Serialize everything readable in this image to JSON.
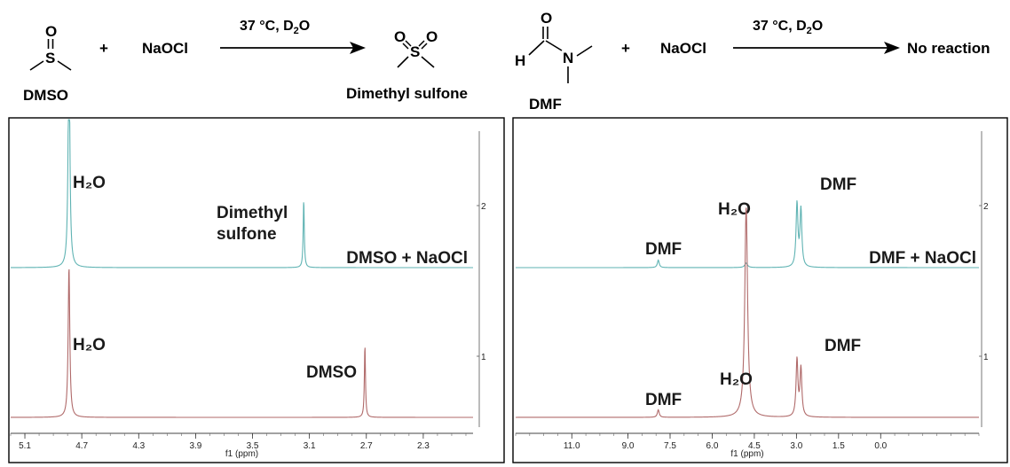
{
  "reactions": {
    "left": {
      "reactant": "DMSO",
      "plus": "+",
      "reagent": "NaOCl",
      "condition_main": "37 °C, D",
      "condition_sub": "2",
      "condition_end": "O",
      "product": "Dimethyl sulfone"
    },
    "right": {
      "reactant": "DMF",
      "plus": "+",
      "reagent": "NaOCl",
      "condition_main": "37 °C, D",
      "condition_sub": "2",
      "condition_end": "O",
      "product": "No reaction"
    },
    "atoms": {
      "O": "O",
      "S": "S",
      "N": "N",
      "H": "H"
    }
  },
  "colors": {
    "top_trace": "#5fb3b3",
    "bottom_trace": "#b06a6a",
    "frame": "#000000"
  },
  "chart_data": [
    {
      "type": "line",
      "xlabel": "f1 (ppm)",
      "xlim": [
        5.2,
        1.95
      ],
      "x_ticks": [
        5.1,
        4.7,
        4.3,
        3.9,
        3.5,
        3.1,
        2.7,
        2.3
      ],
      "right_axis_ticks": [
        "2",
        "1"
      ],
      "series": [
        {
          "name": "DMSO + NaOCl",
          "color": "#5fb3b3",
          "peaks": [
            {
              "ppm": 4.79,
              "height": 1.6,
              "label": "H₂O"
            },
            {
              "ppm": 3.14,
              "height": 0.45,
              "label_lines": [
                "Dimethyl",
                "sulfone"
              ]
            }
          ]
        },
        {
          "name": "DMSO",
          "color": "#b06a6a",
          "peaks": [
            {
              "ppm": 4.79,
              "height": 1.0,
              "label": "H₂O"
            },
            {
              "ppm": 2.71,
              "height": 0.48,
              "label": "DMSO"
            }
          ]
        }
      ]
    },
    {
      "type": "line",
      "xlabel": "f1 (ppm)",
      "xlim": [
        13.0,
        -3.5
      ],
      "x_ticks": [
        11.0,
        9.0,
        7.5,
        6.0,
        4.5,
        3.0,
        1.5,
        0.0
      ],
      "right_axis_ticks": [
        "2",
        "1"
      ],
      "series": [
        {
          "name": "DMF + NaOCl",
          "color": "#5fb3b3",
          "peaks": [
            {
              "ppm": 7.92,
              "height": 0.05,
              "label": "DMF"
            },
            {
              "ppm": 4.79,
              "height": 0.03,
              "label": "H₂O"
            },
            {
              "ppm": 2.98,
              "height": 0.42,
              "label": "DMF"
            },
            {
              "ppm": 2.84,
              "height": 0.38
            }
          ]
        },
        {
          "name": "DMF",
          "color": "#b06a6a",
          "peaks": [
            {
              "ppm": 7.92,
              "height": 0.05,
              "label": "DMF"
            },
            {
              "ppm": 4.79,
              "height": 1.4,
              "label": "H₂O"
            },
            {
              "ppm": 2.98,
              "height": 0.38,
              "label": "DMF"
            },
            {
              "ppm": 2.84,
              "height": 0.32
            }
          ]
        }
      ]
    }
  ]
}
